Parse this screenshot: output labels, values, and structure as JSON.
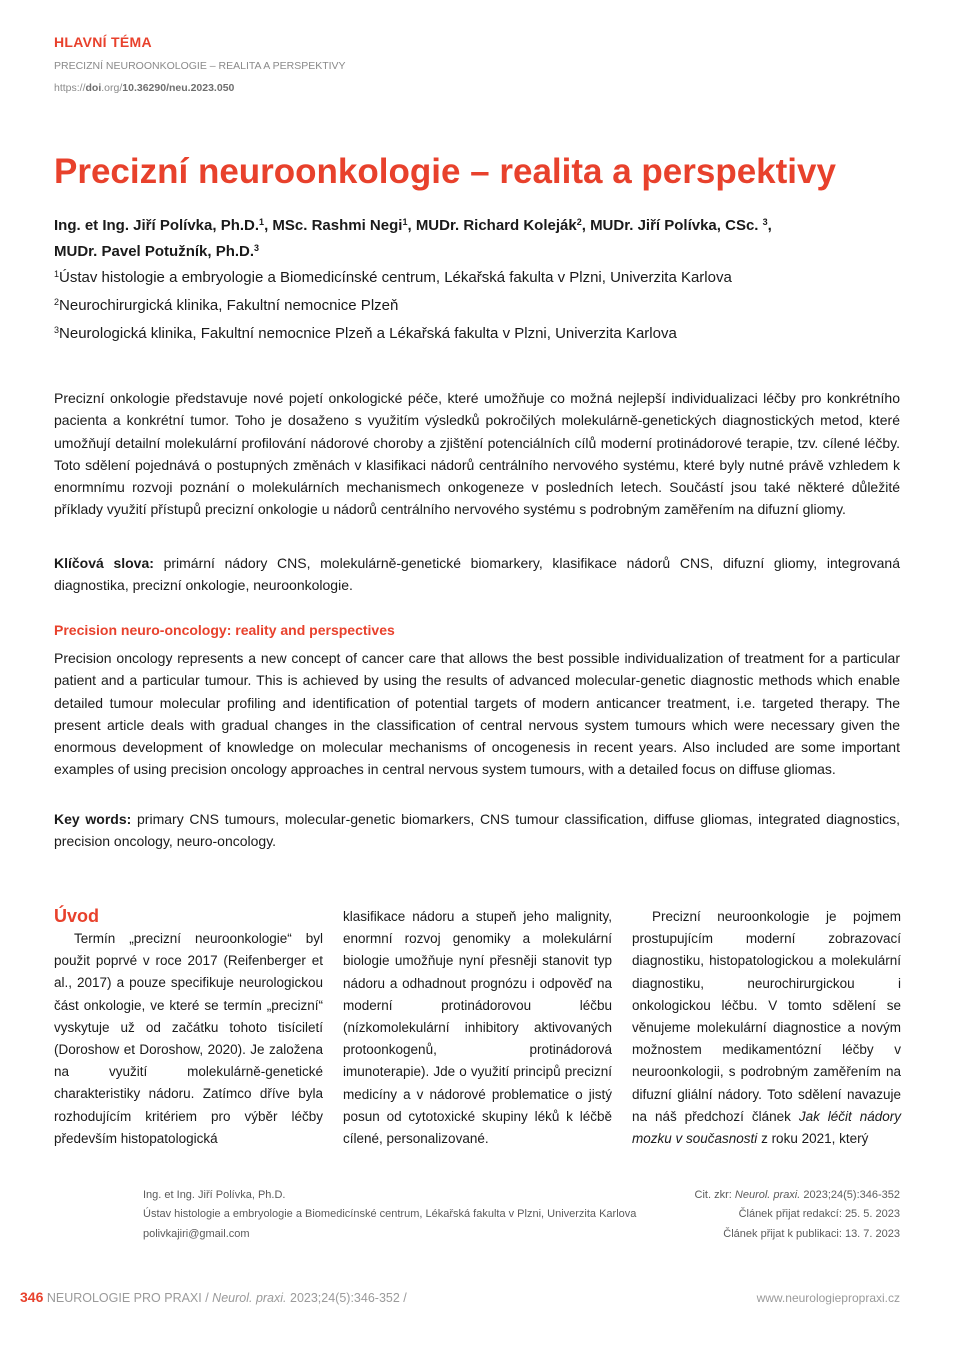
{
  "header": {
    "section_label": "HLAVNÍ TÉMA",
    "series_line": "PRECIZNÍ NEUROONKOLOGIE – REALITA A PERSPEKTIVY",
    "doi_prefix": "https://",
    "doi_bold": "doi",
    "doi_mid": ".org/",
    "doi_id": "10.36290/neu.2023.050"
  },
  "title": "Precizní neuroonkologie – realita a perspektivy",
  "authors": [
    {
      "name": "Ing. et Ing. Jiří Polívka, Ph.D.",
      "sup": "1"
    },
    {
      "name": "MSc. Rashmi Negi",
      "sup": "1"
    },
    {
      "name": "MUDr. Richard Koleják",
      "sup": "2"
    },
    {
      "name": "MUDr. Jiří Polívka, CSc. ",
      "sup": "3"
    },
    {
      "name": "MUDr. Pavel Potužník, Ph.D.",
      "sup": "3"
    }
  ],
  "affiliations": [
    {
      "sup": "1",
      "text": "Ústav histologie a embryologie a Biomedicínské centrum, Lékařská fakulta v Plzni, Univerzita Karlova"
    },
    {
      "sup": "2",
      "text": "Neurochirurgická klinika, Fakultní nemocnice Plzeň"
    },
    {
      "sup": "3",
      "text": "Neurologická klinika, Fakultní nemocnice Plzeň a Lékařská fakulta v Plzni, Univerzita Karlova"
    }
  ],
  "abstract_cz": "Precizní onkologie představuje nové pojetí onkologické péče, které umožňuje co možná nejlepší individualizaci léčby pro konkrétního pacienta a konkrétní tumor. Toho je dosaženo s využitím výsledků pokročilých molekulárně-genetických diagnostických metod, které umožňují detailní molekulární profilování nádorové choroby a zjištění potenciálních cílů moderní protinádorové terapie, tzv. cílené léčby. Toto sdělení pojednává o postupných změnách v klasifikaci nádorů centrálního nervového systému, které byly nutné právě vzhledem k enormnímu rozvoji poznání o molekulárních mechanismech onkogeneze v posledních letech. Součástí jsou také některé důležité příklady využití přístupů precizní onkologie u nádorů centrálního nervového systému s podrobným zaměřením na difuzní gliomy.",
  "keywords_cz": {
    "label": "Klíčová slova:",
    "text": " primární nádory CNS, molekulárně-genetické biomarkery, klasifikace nádorů CNS, difuzní gliomy, integrovaná diagnostika, precizní onkologie, neuroonkologie."
  },
  "abstract_en": {
    "title": "Precision neuro-oncology: reality and perspectives",
    "text": "Precision oncology represents a new concept of cancer care that allows the best possible individualization of treatment for a particular patient and a particular tumour. This is achieved by using the results of advanced molecular-genetic diagnostic methods which enable detailed tumour molecular profiling and identification of potential targets of modern anticancer treatment, i.e. targeted therapy. The present article deals with gradual changes in the classification of central nervous system tumours which were necessary given the enormous development of knowledge on molecular mechanisms of oncogenesis in recent years. Also included are some important examples of using precision oncology approaches in central nervous system tumours, with a detailed focus on diffuse gliomas."
  },
  "keywords_en": {
    "label": "Key words:",
    "text": " primary CNS tumours, molecular-genetic biomarkers, CNS tumour classification, diffuse gliomas, integrated diagnostics, precision oncology, neuro-oncology."
  },
  "intro": {
    "heading": "Úvod",
    "col1": "Termín „precizní neuroonkologie“ byl použit poprvé v roce 2017 (Reifenberger et al., 2017) a pouze specifikuje neurologickou část onkologie, ve které se termín „precizní“ vyskytuje už od začátku tohoto tisíciletí (Doroshow et Doroshow, 2020). Je založena na využití molekulárně-genetické charakteristiky nádoru. Zatímco dříve byla rozhodujícím kritériem pro výběr léčby především histopatologická",
    "col2": "klasifikace nádoru a stupeň jeho malignity, enormní rozvoj genomiky a molekulární biologie umožňuje nyní přesněji stanovit typ nádoru a odhadnout prognózu i odpověď na moderní protinádorovou léčbu (nízkomolekulární inhibitory aktivovaných protoonkogenů, protinádorová imunoterapie). Jde o využití principů precizní medicíny a v nádorové problematice o jistý posun od cytotoxické skupiny léků k léčbě cílené, personalizované.",
    "col3_part1": "Precizní neuroonkologie je pojmem prostupujícím moderní zobrazovací diagnostiku, histopatologickou a molekulární diagnostiku, neurochirurgickou i onkologickou léčbu. V tomto sdělení se věnujeme molekulární diagnostice a novým možnostem medikamentózní léčby v neuroonkologii, s podrobným zaměřením na difuzní gliální nádory. Toto sdělení navazuje na náš předchozí článek ",
    "col3_italic": "Jak léčit nádory mozku v současnosti",
    "col3_part2": " z roku 2021, který"
  },
  "correspondence": {
    "name": "Ing. et Ing. Jiří Polívka, Ph.D.",
    "institution": "Ústav histologie a embryologie a Biomedicínské centrum, Lékařská fakulta v Plzni, Univerzita Karlova",
    "email": "polivkajiri@gmail.com"
  },
  "citation": {
    "cit_prefix": "Cit. zkr: ",
    "cit_journal": "Neurol. praxi.",
    "cit_ref": " 2023;24(5):346-352",
    "received": "Článek přijat redakcí: 25. 5. 2023",
    "accepted": "Článek přijat k publikaci: 13. 7. 2023"
  },
  "footer": {
    "page_number": "346",
    "journal": "NEUROLOGIE PRO PRAXI",
    "sep1": " / ",
    "journal_abbr": "Neurol. praxi.",
    "ref": " 2023;24(5):346-352",
    "sep2": " /",
    "website": "www.neurologiepropraxi.cz"
  }
}
